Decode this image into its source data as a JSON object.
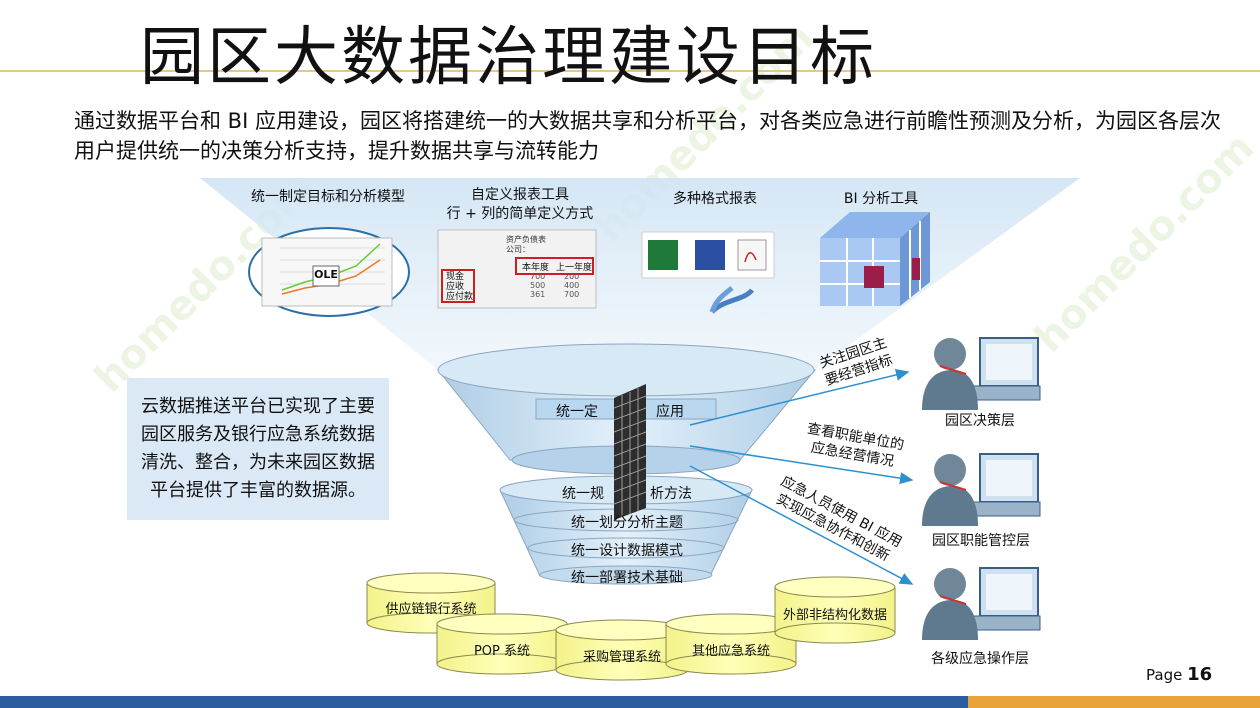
{
  "title": "园区大数据治理建设目标",
  "intro": "通过数据平台和 BI 应用建设，园区将搭建统一的大数据共享和分析平台，对各类应急进行前瞻性预测及分析，为园区各层次用户提供统一的决策分析支持，提升数据共享与流转能力",
  "tools": [
    {
      "label": "统一制定目标和分析模型",
      "icon": "chart-ole-icon"
    },
    {
      "label": "自定义报表工具\n行 + 列的简单定义方式",
      "icon": "report-sheet-icon"
    },
    {
      "label": "多种格式报表",
      "icon": "office-formats-icon"
    },
    {
      "label": "BI  分析工具",
      "icon": "olap-cube-icon"
    }
  ],
  "chart_thumb": {
    "ole": "OLE"
  },
  "report_thumb": {
    "title": "资产负债表",
    "subtitle": "公司：",
    "col1": "本年度",
    "col2": "上一年度",
    "rows": [
      "现金",
      "应收",
      "应付款"
    ],
    "values1": [
      "700",
      "500",
      "361"
    ],
    "values2": [
      "200",
      "400",
      "700"
    ]
  },
  "cloud_note": "云数据推送平台已实现了主要园区服务及银行应急系统数据清洗、整合，为未来园区数据平台提供了丰富的数据源。",
  "funnel_layers": [
    "统一定义应用",
    "统一规范分析方法",
    "统一划分分析主题",
    "统一设计数据模式",
    "统一部署技术基础"
  ],
  "funnel_visible": [
    "统一定",
    "应用",
    "统一规",
    "析方法",
    "统一划分分析主题",
    "统一设计数据模式",
    "统一部署技术基础"
  ],
  "databases": [
    "供应链银行系统",
    "POP 系统",
    "采购管理系统",
    "其他应急系统",
    "外部非结构化数据"
  ],
  "arrow_labels": [
    "关注园区主\n要经营指标",
    "查看职能单位的\n应急经营情况",
    "应急人员使用 BI 应用\n实现应急协作和创新"
  ],
  "users": [
    "园区决策层",
    "园区职能管控层",
    "各级应急操作层"
  ],
  "page": {
    "label": "Page",
    "number": "16"
  },
  "colors": {
    "funnel": "#c9dff0",
    "database": "#ffff99",
    "footer_blue": "#2b5c9e",
    "footer_orange": "#e9a33b",
    "note_bg": "#dbe9f6"
  }
}
